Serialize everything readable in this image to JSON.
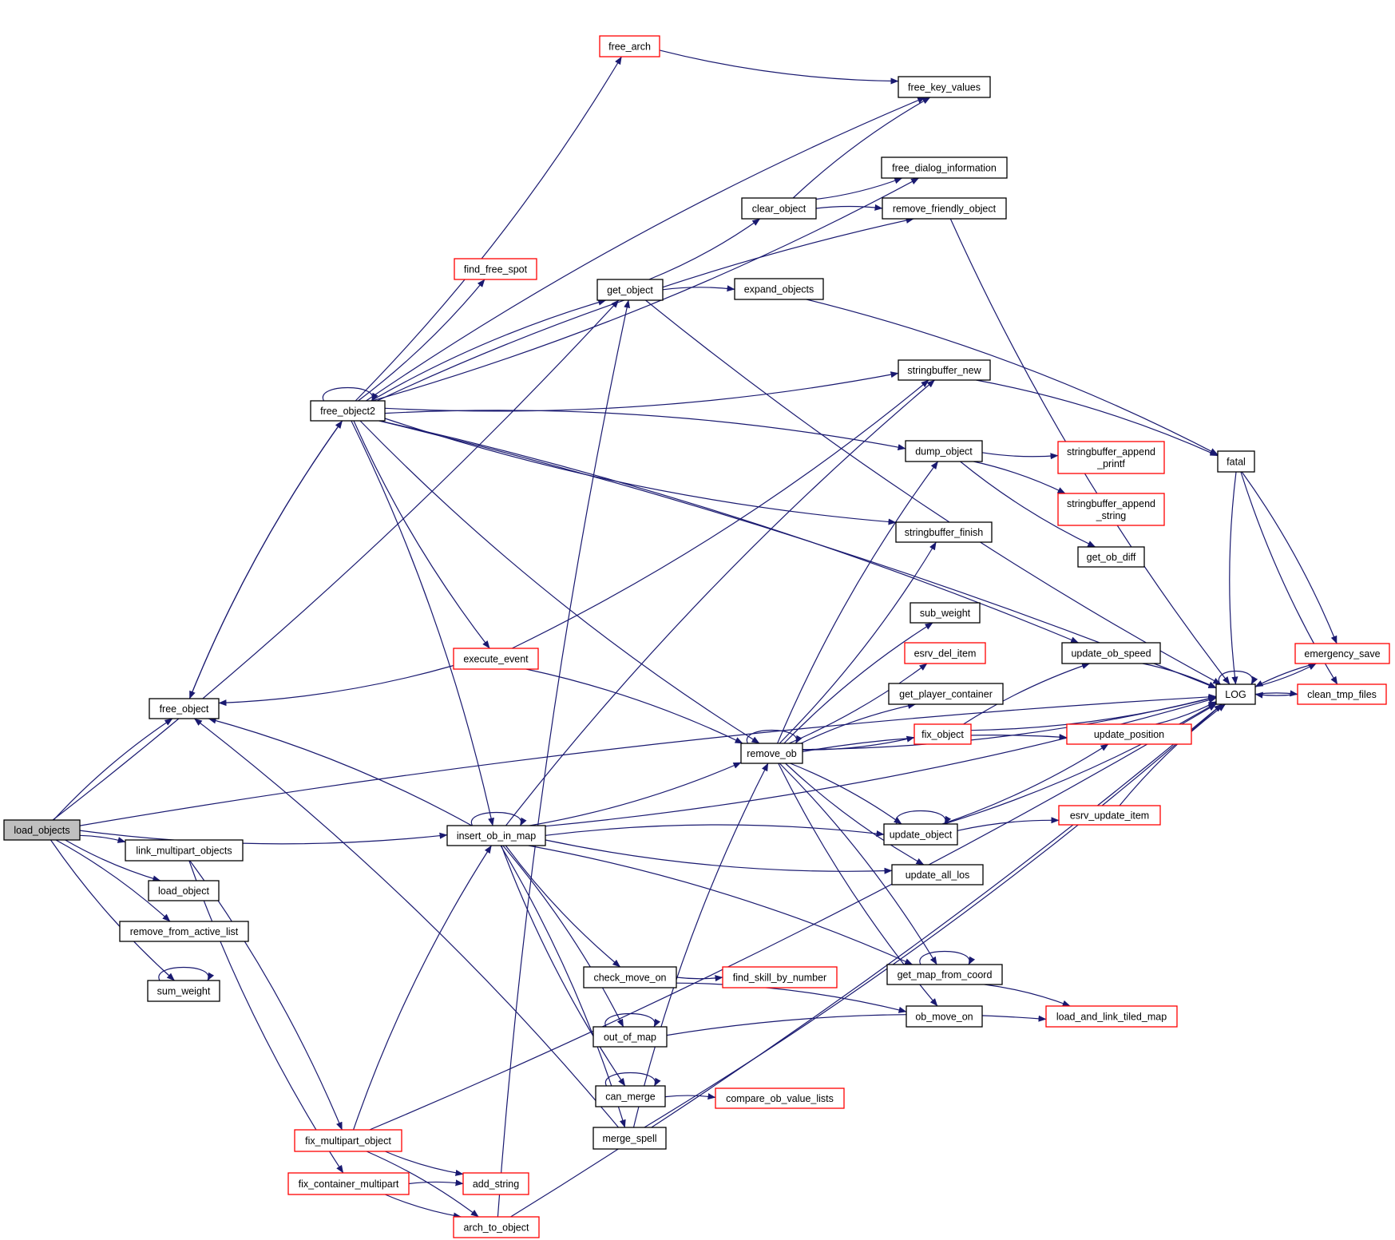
{
  "graph": {
    "type": "call-graph",
    "root": "load_objects",
    "colors": {
      "edge": "#191970",
      "root_fill": "#bfbfbf",
      "node_fill": "#ffffff",
      "node_border": "#000000",
      "truncated_border": "#ff0000"
    },
    "nodes": [
      {
        "id": "load_objects",
        "label": "load_objects",
        "kind": "root"
      },
      {
        "id": "free_object",
        "label": "free_object",
        "kind": "normal"
      },
      {
        "id": "link_multipart_objects",
        "label": "link_multipart_objects",
        "kind": "normal"
      },
      {
        "id": "load_object",
        "label": "load_object",
        "kind": "normal"
      },
      {
        "id": "remove_from_active_list",
        "label": "remove_from_active_list",
        "kind": "normal"
      },
      {
        "id": "sum_weight",
        "label": "sum_weight",
        "kind": "normal"
      },
      {
        "id": "free_object2",
        "label": "free_object2",
        "kind": "normal"
      },
      {
        "id": "free_arch",
        "label": "free_arch",
        "kind": "truncated"
      },
      {
        "id": "find_free_spot",
        "label": "find_free_spot",
        "kind": "truncated"
      },
      {
        "id": "execute_event",
        "label": "execute_event",
        "kind": "truncated"
      },
      {
        "id": "insert_ob_in_map",
        "label": "insert_ob_in_map",
        "kind": "normal"
      },
      {
        "id": "fix_multipart_object",
        "label": "fix_multipart_object",
        "kind": "truncated"
      },
      {
        "id": "fix_container_multipart",
        "label": "fix_container_multipart",
        "kind": "truncated"
      },
      {
        "id": "add_string",
        "label": "add_string",
        "kind": "truncated"
      },
      {
        "id": "arch_to_object",
        "label": "arch_to_object",
        "kind": "truncated"
      },
      {
        "id": "get_object",
        "label": "get_object",
        "kind": "normal"
      },
      {
        "id": "clear_object",
        "label": "clear_object",
        "kind": "normal"
      },
      {
        "id": "expand_objects",
        "label": "expand_objects",
        "kind": "normal"
      },
      {
        "id": "remove_ob",
        "label": "remove_ob",
        "kind": "normal"
      },
      {
        "id": "check_move_on",
        "label": "check_move_on",
        "kind": "normal"
      },
      {
        "id": "out_of_map",
        "label": "out_of_map",
        "kind": "normal"
      },
      {
        "id": "can_merge",
        "label": "can_merge",
        "kind": "normal"
      },
      {
        "id": "merge_spell",
        "label": "merge_spell",
        "kind": "normal"
      },
      {
        "id": "find_skill_by_number",
        "label": "find_skill_by_number",
        "kind": "truncated"
      },
      {
        "id": "compare_ob_value_lists",
        "label": "compare_ob_value_lists",
        "kind": "truncated"
      },
      {
        "id": "free_key_values",
        "label": "free_key_values",
        "kind": "normal"
      },
      {
        "id": "free_dialog_information",
        "label": "free_dialog_information",
        "kind": "normal"
      },
      {
        "id": "remove_friendly_object",
        "label": "remove_friendly_object",
        "kind": "normal"
      },
      {
        "id": "stringbuffer_new",
        "label": "stringbuffer_new",
        "kind": "normal"
      },
      {
        "id": "dump_object",
        "label": "dump_object",
        "kind": "normal"
      },
      {
        "id": "stringbuffer_finish",
        "label": "stringbuffer_finish",
        "kind": "normal"
      },
      {
        "id": "sub_weight",
        "label": "sub_weight",
        "kind": "normal"
      },
      {
        "id": "esrv_del_item",
        "label": "esrv_del_item",
        "kind": "truncated"
      },
      {
        "id": "get_player_container",
        "label": "get_player_container",
        "kind": "normal"
      },
      {
        "id": "fix_object",
        "label": "fix_object",
        "kind": "truncated"
      },
      {
        "id": "update_object",
        "label": "update_object",
        "kind": "normal"
      },
      {
        "id": "update_all_los",
        "label": "update_all_los",
        "kind": "normal"
      },
      {
        "id": "get_map_from_coord",
        "label": "get_map_from_coord",
        "kind": "normal"
      },
      {
        "id": "ob_move_on",
        "label": "ob_move_on",
        "kind": "normal"
      },
      {
        "id": "stringbuffer_append_printf",
        "label": "stringbuffer_append\n_printf",
        "kind": "truncated"
      },
      {
        "id": "stringbuffer_append_string",
        "label": "stringbuffer_append\n_string",
        "kind": "truncated"
      },
      {
        "id": "get_ob_diff",
        "label": "get_ob_diff",
        "kind": "normal"
      },
      {
        "id": "update_ob_speed",
        "label": "update_ob_speed",
        "kind": "normal"
      },
      {
        "id": "update_position",
        "label": "update_position",
        "kind": "truncated"
      },
      {
        "id": "esrv_update_item",
        "label": "esrv_update_item",
        "kind": "truncated"
      },
      {
        "id": "load_and_link_tiled_map",
        "label": "load_and_link_tiled_map",
        "kind": "truncated"
      },
      {
        "id": "fatal",
        "label": "fatal",
        "kind": "normal"
      },
      {
        "id": "LOG",
        "label": "LOG",
        "kind": "normal"
      },
      {
        "id": "emergency_save",
        "label": "emergency_save",
        "kind": "truncated"
      },
      {
        "id": "clean_tmp_files",
        "label": "clean_tmp_files",
        "kind": "truncated"
      }
    ],
    "edges": [
      [
        "load_objects",
        "LOG"
      ],
      [
        "load_objects",
        "get_object"
      ],
      [
        "load_objects",
        "free_object"
      ],
      [
        "load_objects",
        "insert_ob_in_map"
      ],
      [
        "load_objects",
        "link_multipart_objects"
      ],
      [
        "load_objects",
        "load_object"
      ],
      [
        "load_objects",
        "remove_from_active_list"
      ],
      [
        "load_objects",
        "sum_weight"
      ],
      [
        "free_object",
        "free_object2"
      ],
      [
        "free_object2",
        "free_object"
      ],
      [
        "free_object2",
        "free_object2"
      ],
      [
        "free_object2",
        "free_arch"
      ],
      [
        "free_object2",
        "free_key_values"
      ],
      [
        "free_object2",
        "free_dialog_information"
      ],
      [
        "free_object2",
        "LOG"
      ],
      [
        "free_object2",
        "find_free_spot"
      ],
      [
        "free_object2",
        "remove_friendly_object"
      ],
      [
        "free_object2",
        "stringbuffer_new"
      ],
      [
        "free_object2",
        "dump_object"
      ],
      [
        "free_object2",
        "stringbuffer_finish"
      ],
      [
        "free_object2",
        "update_ob_speed"
      ],
      [
        "free_object2",
        "execute_event"
      ],
      [
        "free_object2",
        "insert_ob_in_map"
      ],
      [
        "free_object2",
        "remove_ob"
      ],
      [
        "free_object2",
        "get_object"
      ],
      [
        "free_arch",
        "free_key_values"
      ],
      [
        "clear_object",
        "free_key_values"
      ],
      [
        "clear_object",
        "free_dialog_information"
      ],
      [
        "clear_object",
        "remove_friendly_object"
      ],
      [
        "get_object",
        "clear_object"
      ],
      [
        "get_object",
        "expand_objects"
      ],
      [
        "get_object",
        "LOG"
      ],
      [
        "expand_objects",
        "fatal"
      ],
      [
        "remove_friendly_object",
        "LOG"
      ],
      [
        "stringbuffer_new",
        "fatal"
      ],
      [
        "dump_object",
        "stringbuffer_append_printf"
      ],
      [
        "dump_object",
        "stringbuffer_append_string"
      ],
      [
        "dump_object",
        "get_ob_diff"
      ],
      [
        "execute_event",
        "free_object"
      ],
      [
        "execute_event",
        "stringbuffer_new"
      ],
      [
        "execute_event",
        "remove_ob"
      ],
      [
        "insert_ob_in_map",
        "free_object"
      ],
      [
        "insert_ob_in_map",
        "insert_ob_in_map"
      ],
      [
        "insert_ob_in_map",
        "remove_ob"
      ],
      [
        "insert_ob_in_map",
        "stringbuffer_new"
      ],
      [
        "insert_ob_in_map",
        "LOG"
      ],
      [
        "insert_ob_in_map",
        "update_object"
      ],
      [
        "insert_ob_in_map",
        "update_all_los"
      ],
      [
        "insert_ob_in_map",
        "get_map_from_coord"
      ],
      [
        "insert_ob_in_map",
        "check_move_on"
      ],
      [
        "insert_ob_in_map",
        "out_of_map"
      ],
      [
        "insert_ob_in_map",
        "can_merge"
      ],
      [
        "insert_ob_in_map",
        "merge_spell"
      ],
      [
        "remove_ob",
        "remove_ob"
      ],
      [
        "remove_ob",
        "dump_object"
      ],
      [
        "remove_ob",
        "stringbuffer_finish"
      ],
      [
        "remove_ob",
        "sub_weight"
      ],
      [
        "remove_ob",
        "esrv_del_item"
      ],
      [
        "remove_ob",
        "get_player_container"
      ],
      [
        "remove_ob",
        "fix_object"
      ],
      [
        "remove_ob",
        "update_position"
      ],
      [
        "remove_ob",
        "LOG"
      ],
      [
        "remove_ob",
        "update_object"
      ],
      [
        "remove_ob",
        "update_all_los"
      ],
      [
        "remove_ob",
        "get_map_from_coord"
      ],
      [
        "remove_ob",
        "ob_move_on"
      ],
      [
        "fix_object",
        "update_ob_speed"
      ],
      [
        "fix_object",
        "LOG"
      ],
      [
        "update_ob_speed",
        "LOG"
      ],
      [
        "update_position",
        "LOG"
      ],
      [
        "update_object",
        "update_object"
      ],
      [
        "update_object",
        "update_position"
      ],
      [
        "update_object",
        "esrv_update_item"
      ],
      [
        "update_object",
        "LOG"
      ],
      [
        "esrv_update_item",
        "LOG"
      ],
      [
        "get_map_from_coord",
        "get_map_from_coord"
      ],
      [
        "get_map_from_coord",
        "load_and_link_tiled_map"
      ],
      [
        "check_move_on",
        "find_skill_by_number"
      ],
      [
        "check_move_on",
        "ob_move_on"
      ],
      [
        "out_of_map",
        "out_of_map"
      ],
      [
        "out_of_map",
        "load_and_link_tiled_map"
      ],
      [
        "can_merge",
        "can_merge"
      ],
      [
        "can_merge",
        "compare_ob_value_lists"
      ],
      [
        "merge_spell",
        "free_object"
      ],
      [
        "merge_spell",
        "remove_ob"
      ],
      [
        "merge_spell",
        "LOG"
      ],
      [
        "link_multipart_objects",
        "fix_multipart_object"
      ],
      [
        "link_multipart_objects",
        "fix_container_multipart"
      ],
      [
        "fix_multipart_object",
        "insert_ob_in_map"
      ],
      [
        "fix_multipart_object",
        "add_string"
      ],
      [
        "fix_multipart_object",
        "arch_to_object"
      ],
      [
        "fix_multipart_object",
        "LOG"
      ],
      [
        "fix_container_multipart",
        "add_string"
      ],
      [
        "fix_container_multipart",
        "arch_to_object"
      ],
      [
        "arch_to_object",
        "get_object"
      ],
      [
        "arch_to_object",
        "LOG"
      ],
      [
        "sum_weight",
        "sum_weight"
      ],
      [
        "fatal",
        "LOG"
      ],
      [
        "fatal",
        "emergency_save"
      ],
      [
        "fatal",
        "clean_tmp_files"
      ],
      [
        "LOG",
        "LOG"
      ],
      [
        "LOG",
        "emergency_save"
      ],
      [
        "LOG",
        "clean_tmp_files"
      ],
      [
        "emergency_save",
        "LOG"
      ],
      [
        "clean_tmp_files",
        "LOG"
      ]
    ]
  }
}
